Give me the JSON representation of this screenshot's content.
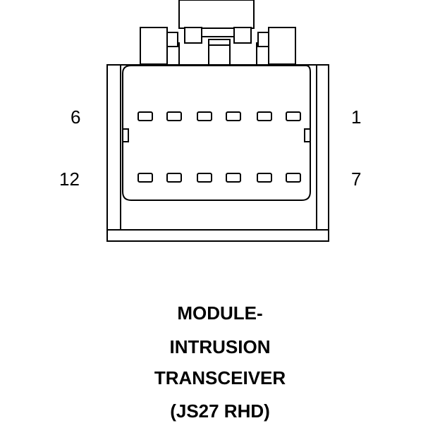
{
  "pin_labels": {
    "top_left": "6",
    "top_right": "1",
    "bottom_left": "12",
    "bottom_right": "7"
  },
  "caption": {
    "line1": "MODULE-",
    "line2": "INTRUSION",
    "line3": "TRANSCEIVER",
    "line4": "(JS27 RHD)"
  },
  "colors": {
    "stroke": "#000000",
    "background": "#ffffff"
  }
}
